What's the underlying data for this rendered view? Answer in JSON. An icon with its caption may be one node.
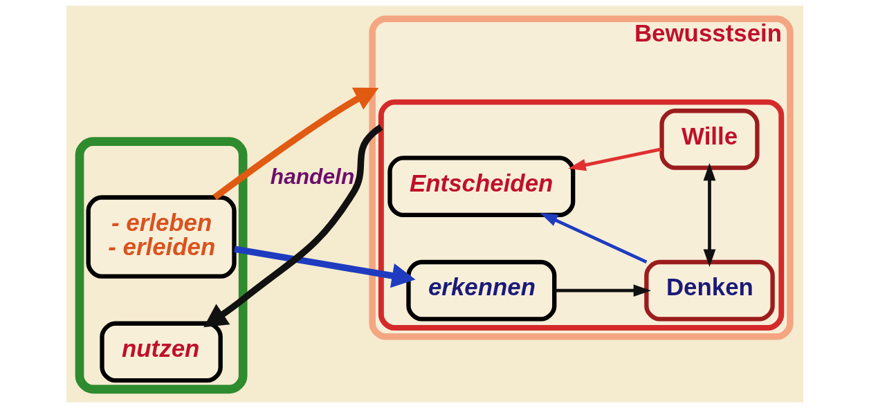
{
  "diagram": {
    "nodes": [
      {
        "text": [],
        "shape": "box"
      },
      {
        "text": [
          "- erleben",
          "- erleiden"
        ],
        "in": 0
      },
      {
        "text": [
          "nutzen"
        ],
        "in": 0
      },
      {
        "text": [
          "Bewusstsein"
        ]
      },
      {
        "text": [],
        "shape": "box",
        "in": 3
      },
      {
        "text": [
          "erkennen"
        ],
        "in": 4
      },
      {
        "text": [
          "Denken"
        ],
        "in": 4
      },
      {
        "text": [
          "Entscheiden"
        ],
        "in": 4
      },
      {
        "text": [
          "Wille"
        ],
        "in": 4
      }
    ],
    "edges": [
      {
        "from": 1,
        "to": 3,
        "arrow": "to",
        "style": "thick",
        "color": "#e05a12"
      },
      {
        "from": 1,
        "to": 5,
        "arrow": "to",
        "style": "thick",
        "color": "#1f3cc0"
      },
      {
        "from": 5,
        "to": 6,
        "arrow": "to"
      },
      {
        "from": 6,
        "to": 7,
        "arrow": "to",
        "color": "#1f3cc0"
      },
      {
        "from": 6,
        "to": 8,
        "arrow": "both"
      },
      {
        "from": 8,
        "to": 7,
        "arrow": "to",
        "color": "#e03030"
      },
      {
        "from": 4,
        "to": 2,
        "arrow": "to",
        "style": "thick",
        "label": "handeln"
      }
    ]
  }
}
